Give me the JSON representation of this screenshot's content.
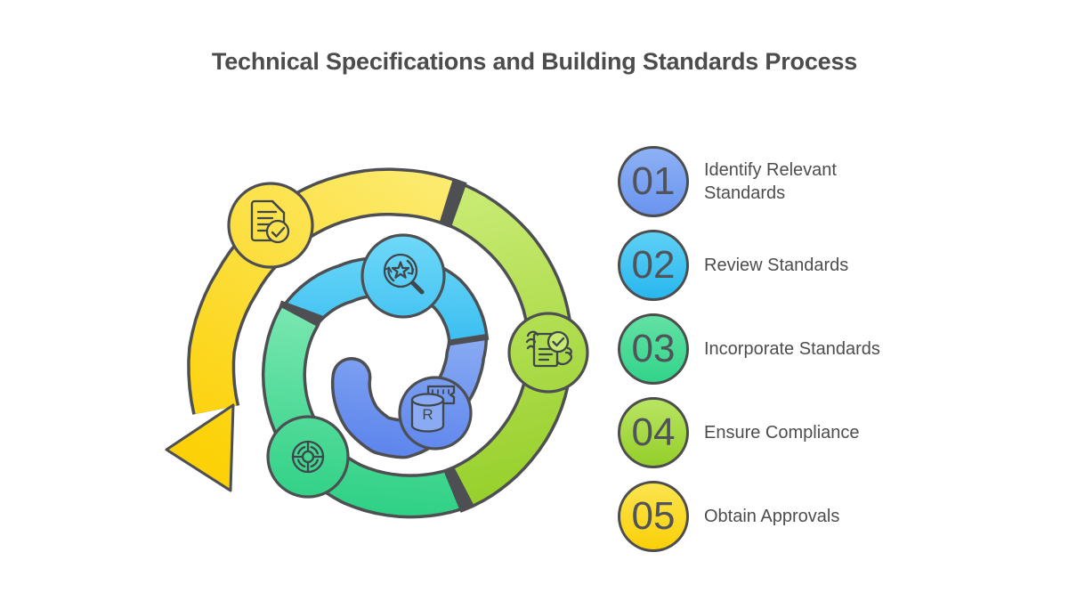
{
  "title": "Technical Specifications and Building Standards Process",
  "steps": [
    {
      "number": "01",
      "label": "Identify Relevant Standards",
      "icon": "database-r-icon",
      "color": "#6a94ef"
    },
    {
      "number": "02",
      "label": "Review Standards",
      "icon": "star-search-refresh-icon",
      "color": "#28b7ee"
    },
    {
      "number": "03",
      "label": "Incorporate Standards",
      "icon": "wheel-icon",
      "color": "#32d48a"
    },
    {
      "number": "04",
      "label": "Ensure Compliance",
      "icon": "document-hands-check-icon",
      "color": "#94cf2a"
    },
    {
      "number": "05",
      "label": "Obtain Approvals",
      "icon": "document-check-icon",
      "color": "#f9d008"
    }
  ],
  "diagram": {
    "type": "spiral-process",
    "description": "Spiral winding outward counterclockwise from center, ending in an arrow at bottom-left",
    "outline_color": "#4d4f52",
    "segments": [
      {
        "step": "01",
        "color_name": "blue",
        "color_top": "#8aabf3",
        "color_bottom": "#5e86ed"
      },
      {
        "step": "02",
        "color_name": "cyan",
        "color_top": "#6ed8f8",
        "color_bottom": "#2db7ef"
      },
      {
        "step": "03",
        "color_name": "green",
        "color_top": "#7ae7b1",
        "color_bottom": "#2dd084"
      },
      {
        "step": "04",
        "color_name": "lime",
        "color_top": "#c8ea72",
        "color_bottom": "#95cf29"
      },
      {
        "step": "05",
        "color_name": "yellow",
        "color_top": "#fceb70",
        "color_bottom": "#fcd107"
      }
    ]
  }
}
